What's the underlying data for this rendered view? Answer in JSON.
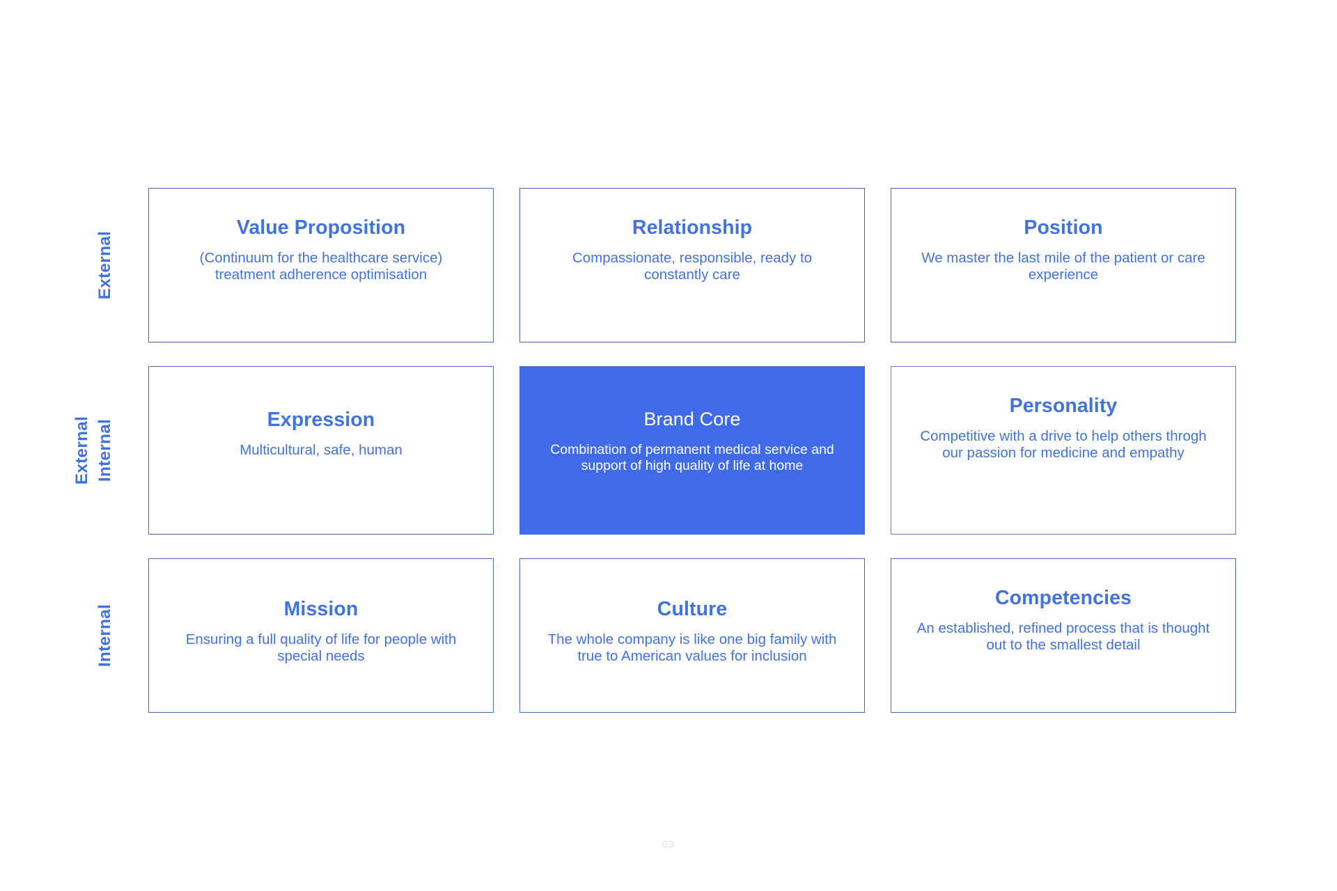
{
  "colors": {
    "accent_blue": "#3F6AE8",
    "text_blue": "#4072E0",
    "border_blue": "#4A68C4",
    "border_purple": "#7B6BC4",
    "page_number_gray": "#E2E2E4",
    "background": "#FFFFFF"
  },
  "row_labels": [
    {
      "id": "row-1",
      "labels": [
        "External"
      ]
    },
    {
      "id": "row-2",
      "labels": [
        "External",
        "Internal"
      ]
    },
    {
      "id": "row-3",
      "labels": [
        "Internal"
      ]
    }
  ],
  "cards": [
    {
      "id": "value-proposition",
      "title": "Value Proposition",
      "description": "(Continuum for the healthcare service) treatment adherence optimisation",
      "style": "outline-blue"
    },
    {
      "id": "relationship",
      "title": "Relationship",
      "description": "Compassionate, responsible, ready to constantly care",
      "style": "outline-blue"
    },
    {
      "id": "position",
      "title": "Position",
      "description": "We master the last mile of the patient or care experience",
      "style": "outline-blue"
    },
    {
      "id": "expression",
      "title": "Expression",
      "description": "Multicultural, safe, human",
      "style": "outline-blue"
    },
    {
      "id": "brand-core",
      "title": "Brand Core",
      "description": "Combination of permanent medical service and support of high quality of life at home",
      "style": "filled-blue"
    },
    {
      "id": "personality",
      "title": "Personality",
      "description": "Competitive with a drive to help others throgh our passion for medicine and empathy",
      "style": "outline-purple"
    },
    {
      "id": "mission",
      "title": "Mission",
      "description": "Ensuring a full quality of life for people with special needs",
      "style": "outline-blue"
    },
    {
      "id": "culture",
      "title": "Culture",
      "description": "The whole company is like one big family with true to American values for inclusion",
      "style": "outline-blue"
    },
    {
      "id": "competencies",
      "title": "Competencies",
      "description": "An established, refined process that is thought out to the smallest detail",
      "style": "outline-blue"
    }
  ],
  "page_number": "03"
}
